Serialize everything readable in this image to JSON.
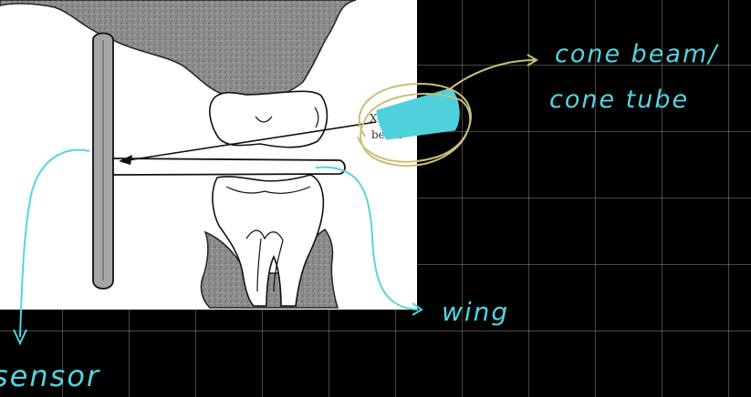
{
  "annotations": {
    "cone_label_line1": "cone beam/",
    "cone_label_line2": "cone tube",
    "wing_label": "wing",
    "sensor_label": "sensor"
  },
  "figure": {
    "xray_label_line1": "X-ray",
    "xray_label_line2": "beam"
  },
  "colors": {
    "background": "#000000",
    "grid": "#ffffff",
    "annotation_cyan": "#55d4e0",
    "highlight_yellow": "#c8c07a",
    "cone_fill": "#4fd1dc",
    "bone_gray": "#8a8a8a"
  }
}
